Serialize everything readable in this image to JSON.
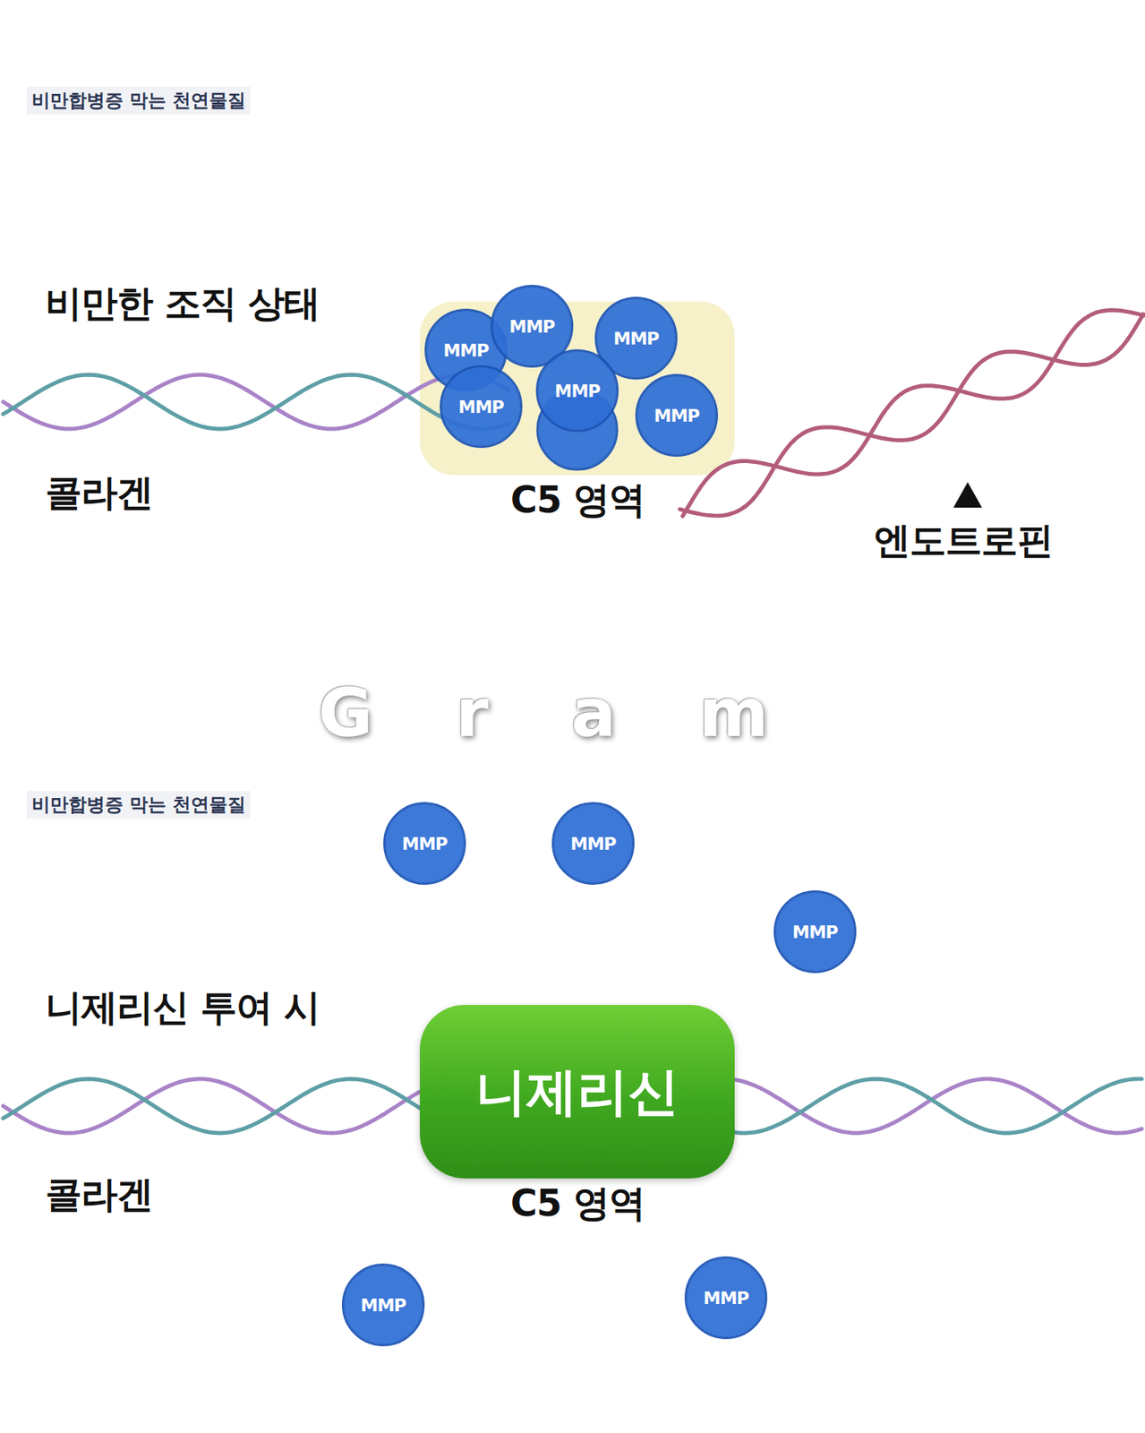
{
  "diagram": {
    "nodes": [
      {
        "text": [
          "MMP"
        ]
      },
      {
        "text": [
          "MMP"
        ]
      },
      {
        "text": [
          "MMP"
        ]
      },
      {
        "text": [
          "MMP"
        ]
      },
      {
        "text": [
          "MMP"
        ]
      },
      {
        "text": [
          "MMP"
        ]
      },
      {
        "text": [
          "MMP"
        ]
      },
      {
        "text": [
          "MMP"
        ]
      },
      {
        "text": [
          "MMP"
        ]
      },
      {
        "text": [
          "니제리신"
        ]
      },
      {
        "text": [
          "MMP"
        ]
      },
      {
        "text": [
          "MMP"
        ]
      }
    ],
    "labels": [
      "비만합병증 막는 천연물질",
      "비만한 조직 상태",
      "콜라겐",
      "C5 영역",
      "엔도트로핀",
      "Gram",
      "비만합병증 막는 천연물질",
      "니제리신 투여 시",
      "콜라겐",
      "C5 영역"
    ]
  }
}
